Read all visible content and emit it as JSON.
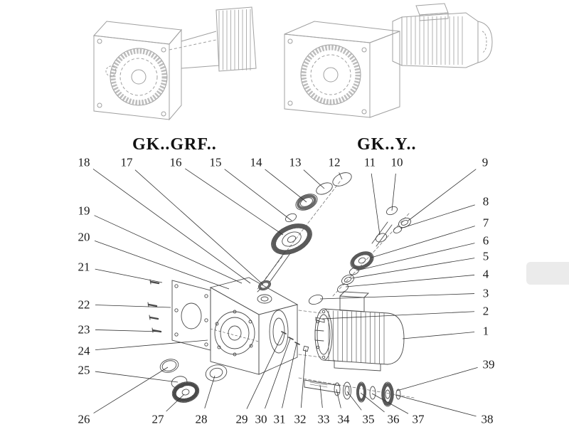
{
  "titles": {
    "left": "GK..GRF..",
    "right": "GK..Y.."
  },
  "callouts": [
    {
      "label": "18"
    },
    {
      "label": "17"
    },
    {
      "label": "16"
    },
    {
      "label": "15"
    },
    {
      "label": "14"
    },
    {
      "label": "13"
    },
    {
      "label": "12"
    },
    {
      "label": "11"
    },
    {
      "label": "10"
    },
    {
      "label": "9"
    },
    {
      "label": "8"
    },
    {
      "label": "7"
    },
    {
      "label": "6"
    },
    {
      "label": "5"
    },
    {
      "label": "4"
    },
    {
      "label": "3"
    },
    {
      "label": "2"
    },
    {
      "label": "1"
    },
    {
      "label": "39"
    },
    {
      "label": "19"
    },
    {
      "label": "20"
    },
    {
      "label": "21"
    },
    {
      "label": "22"
    },
    {
      "label": "23"
    },
    {
      "label": "24"
    },
    {
      "label": "25"
    },
    {
      "label": "26"
    },
    {
      "label": "27"
    },
    {
      "label": "28"
    },
    {
      "label": "29"
    },
    {
      "label": "30"
    },
    {
      "label": "31"
    },
    {
      "label": "32"
    },
    {
      "label": "33"
    },
    {
      "label": "34"
    },
    {
      "label": "35"
    },
    {
      "label": "36"
    },
    {
      "label": "37"
    },
    {
      "label": "38"
    }
  ],
  "colors": {
    "line": "#4a4a4a",
    "faded_line": "#a0a0a0",
    "label": "#1a1a1a",
    "leader": "#333333"
  }
}
